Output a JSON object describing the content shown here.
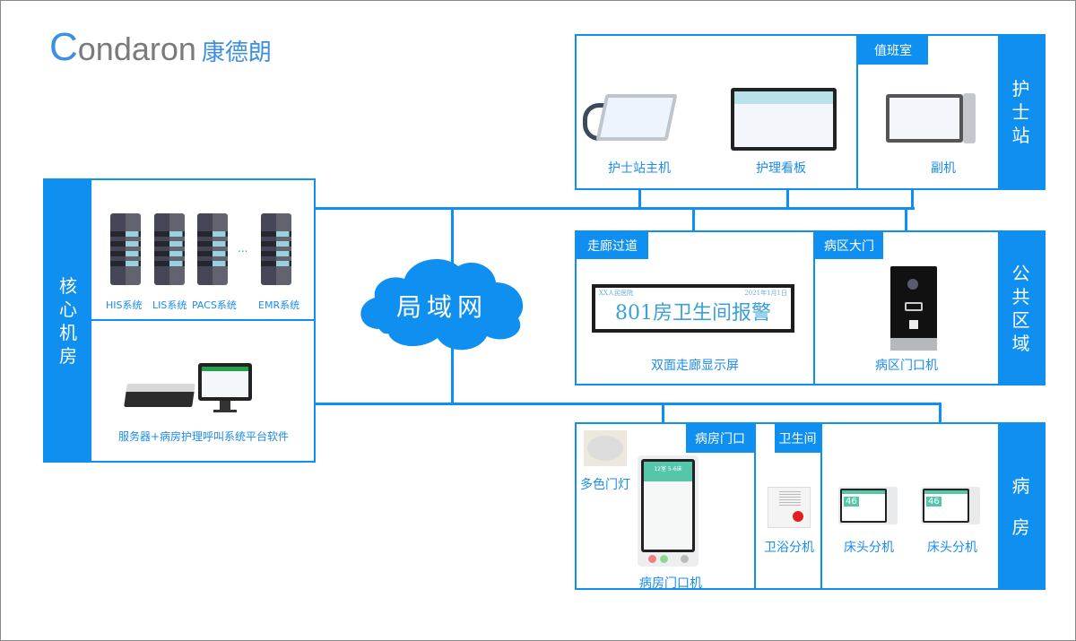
{
  "logo": {
    "initial": "C",
    "rest": "ondaron",
    "cn": "康德朗"
  },
  "cloud": {
    "label": "局域网"
  },
  "core": {
    "side_label": [
      "核",
      "心",
      "机",
      "房"
    ],
    "systems": [
      {
        "label": "HIS系统"
      },
      {
        "label": "LIS系统"
      },
      {
        "label": "PACS系统"
      },
      {
        "label": "EMR系统"
      }
    ],
    "ellipsis": "...",
    "platform_label": "服务器+病房护理呼叫系统平台软件"
  },
  "nurse_station": {
    "side_label": [
      "护",
      "士",
      "站"
    ],
    "devices": [
      {
        "label": "护士站主机"
      },
      {
        "label": "护理看板"
      }
    ],
    "duty_room": {
      "tag": "值班室",
      "device": "副机"
    }
  },
  "public_area": {
    "side_label": [
      "公",
      "共",
      "区",
      "域"
    ],
    "corridor": {
      "tag": "走廊过道",
      "display": {
        "hospital": "XX人民医院",
        "date": "2021年1月1日",
        "message": "801房卫生间报警"
      },
      "device": "双面走廊显示屏"
    },
    "ward_gate": {
      "tag": "病区大门",
      "device": "病区门口机"
    }
  },
  "ward": {
    "side_label": [
      "病",
      "房"
    ],
    "door": {
      "tag": "病房门口",
      "light": "多色门灯",
      "device": "病房门口机",
      "screen_title": "12室 5-6床"
    },
    "bathroom": {
      "tag": "卫生间",
      "device": "卫浴分机"
    },
    "bedside": [
      {
        "label": "床头分机",
        "num": "46"
      },
      {
        "label": "床头分机",
        "num": "46"
      }
    ]
  }
}
